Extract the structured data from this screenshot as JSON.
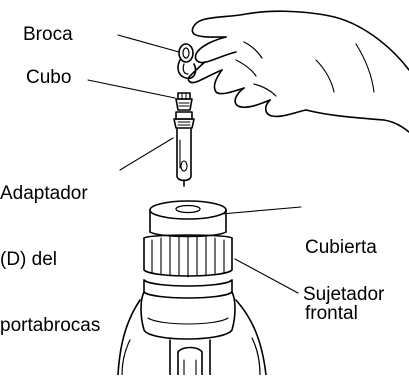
{
  "labels": {
    "broca": "Broca",
    "cubo": "Cubo",
    "adaptador": [
      "Adaptador",
      "(D) del",
      "portabrocas"
    ],
    "cubierta": [
      "Cubierta",
      "frontal"
    ],
    "sujetador": "Sujetador"
  }
}
